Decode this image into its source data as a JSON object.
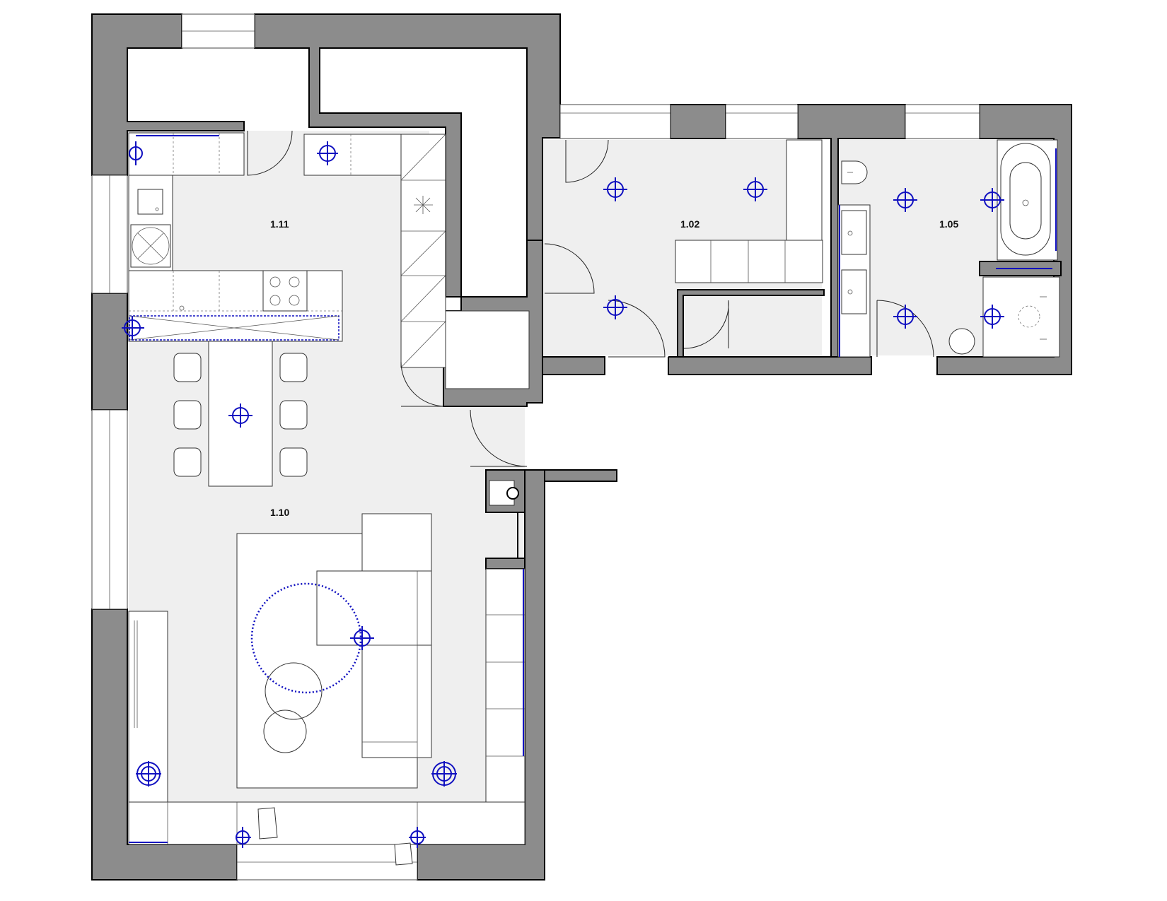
{
  "rooms": [
    {
      "id": "1.11",
      "label": "1.11"
    },
    {
      "id": "1.10",
      "label": "1.10"
    },
    {
      "id": "1.02",
      "label": "1.02"
    },
    {
      "id": "1.05",
      "label": "1.05"
    }
  ],
  "colors": {
    "wall": "#8c8c8c",
    "floor": "#efefef",
    "fixture_symbol": "#1010c0"
  },
  "icons": [
    "ceiling-light-icon",
    "wall-light-icon",
    "outlet-icon",
    "door-swing-icon",
    "window-icon"
  ]
}
